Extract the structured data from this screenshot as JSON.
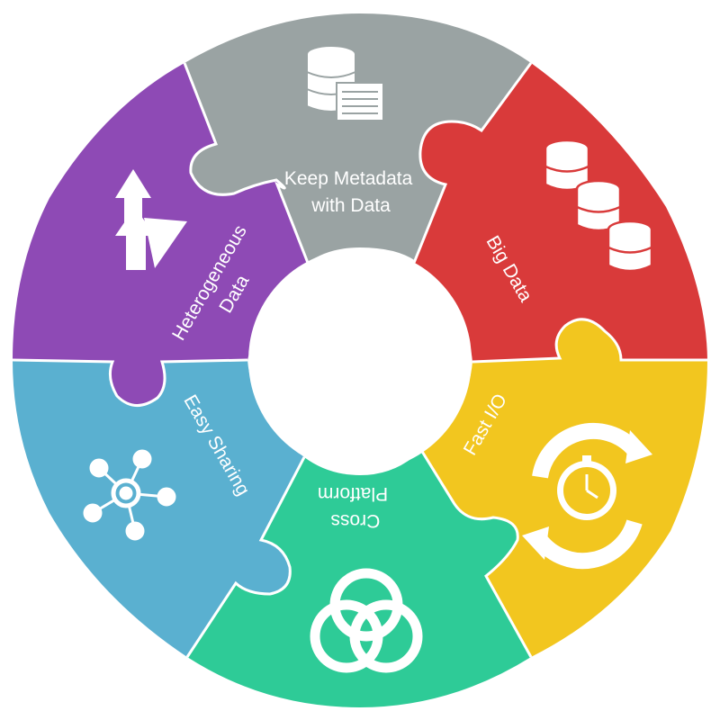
{
  "diagram": {
    "type": "puzzle-ring",
    "segments": [
      {
        "id": "metadata",
        "label_lines": [
          "Keep Metadata",
          "with Data"
        ],
        "color": "#9aa3a3",
        "icon": "database-document-icon"
      },
      {
        "id": "bigdata",
        "label_lines": [
          "Big Data"
        ],
        "color": "#d93a3a",
        "icon": "database-stack-icon"
      },
      {
        "id": "fastio",
        "label_lines": [
          "Fast I/O"
        ],
        "color": "#f2c61f",
        "icon": "stopwatch-cycle-icon"
      },
      {
        "id": "crossplatform",
        "label_lines": [
          "Cross",
          "Platform"
        ],
        "color": "#2ecb97",
        "icon": "triquetra-icon"
      },
      {
        "id": "sharing",
        "label_lines": [
          "Easy Sharing"
        ],
        "color": "#5ab0d0",
        "icon": "network-icon"
      },
      {
        "id": "heterogeneous",
        "label_lines": [
          "Heterogeneous",
          "Data"
        ],
        "color": "#8e4ab5",
        "icon": "arrows-up-icon"
      }
    ]
  }
}
